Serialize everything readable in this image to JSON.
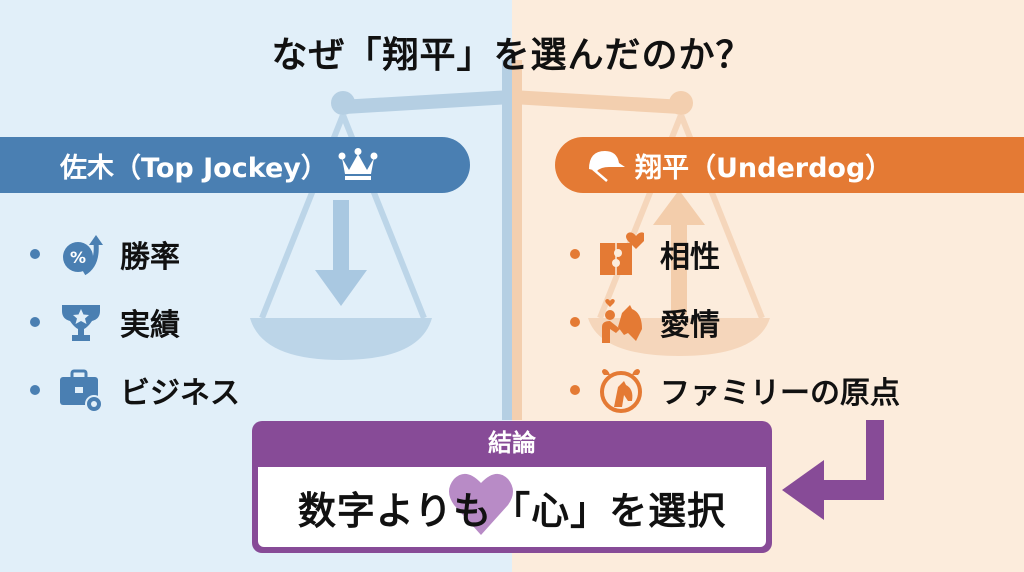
{
  "title": "なぜ「翔平」を選んだのか？",
  "colors": {
    "left_bg": "#e1eff9",
    "right_bg": "#fcecdc",
    "blue": "#4a7fb2",
    "orange": "#e47a34",
    "purple": "#874b97"
  },
  "left": {
    "banner_label": "佐木（Top Jockey）",
    "banner_icon": "crown-icon",
    "scale_direction": "down",
    "items": [
      {
        "label": "勝率",
        "icon": "percent-badge-up-arrow-icon"
      },
      {
        "label": "実績",
        "icon": "trophy-star-icon"
      },
      {
        "label": "ビジネス",
        "icon": "briefcase-gear-icon"
      }
    ]
  },
  "right": {
    "banner_label": "翔平（Underdog）",
    "banner_icon": "jockey-helmet-icon",
    "scale_direction": "up",
    "items": [
      {
        "label": "相性",
        "icon": "puzzle-heart-icon"
      },
      {
        "label": "愛情",
        "icon": "person-hugging-horse-icon"
      },
      {
        "label": "ファミリーの原点",
        "icon": "horse-shield-icon"
      }
    ]
  },
  "conclusion": {
    "heading": "結論",
    "text": "数字よりも「心」を選択"
  }
}
